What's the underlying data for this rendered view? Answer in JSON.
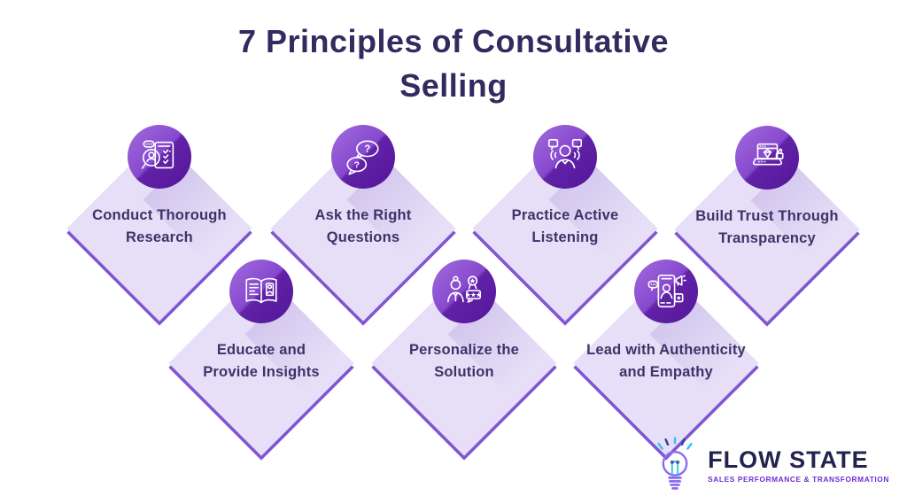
{
  "title": "7 Principles of Consultative Selling",
  "principles": [
    {
      "icon": "magnifier-research-icon",
      "label": "Conduct Thorough Research",
      "lines": [
        "Conduct Thorough",
        "Research"
      ]
    },
    {
      "icon": "question-bubbles-icon",
      "label": "Ask the Right Questions",
      "lines": [
        "Ask the Right",
        "Questions"
      ]
    },
    {
      "icon": "active-listening-icon",
      "label": "Practice Active Listening",
      "lines": [
        "Practice Active",
        "Listening"
      ]
    },
    {
      "icon": "laptop-trust-icon",
      "label": "Build Trust Through Transparency",
      "lines": [
        "Build Trust Through",
        "Transparency"
      ]
    },
    {
      "icon": "open-book-icon",
      "label": "Educate and Provide Insights",
      "lines": [
        "Educate and",
        "Provide Insights"
      ]
    },
    {
      "icon": "person-award-icon",
      "label": "Personalize the Solution",
      "lines": [
        "Personalize the",
        "Solution"
      ]
    },
    {
      "icon": "phone-megaphone-icon",
      "label": "Lead with Authenticity and Empathy",
      "lines": [
        "Lead with Authenticity",
        "and Empathy"
      ]
    }
  ],
  "logo": {
    "icon": "lightbulb-icon",
    "name": "FLOW STATE",
    "tagline": "SALES PERFORMANCE & TRANSFORMATION"
  },
  "colors": {
    "title_text": "#332a60",
    "diamond_fill": "#e6dff7",
    "diamond_edge_shadow": "#7f55d2",
    "badge_gradient_start": "#9a60da",
    "badge_gradient_end": "#611bae",
    "label_text": "#3c3468",
    "logo_name_text": "#232350",
    "logo_tagline_text": "#6d2ed4",
    "bulb_outline": "#8b6cf0",
    "bulb_filament": "#35c3ee",
    "bulb_ray_dark": "#2b3f9e"
  }
}
